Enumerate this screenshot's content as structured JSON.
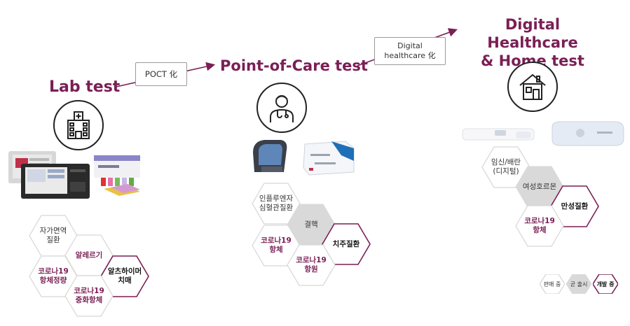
{
  "stages": {
    "lab": {
      "title": "Lab test"
    },
    "poc": {
      "title": "Point-of-Care test"
    },
    "home": {
      "title": "Digital Healthcare\n& Home test"
    }
  },
  "callouts": {
    "poct": "POCT 化",
    "digital": "Digital\nhealthcare 化"
  },
  "lab_hexes": [
    {
      "label": "자가면역\n질환",
      "status": "sell",
      "tone": "plain"
    },
    {
      "label": "알레르기",
      "status": "sell",
      "tone": "maroon"
    },
    {
      "label": "코로나19\n항체정량",
      "status": "sell",
      "tone": "maroon"
    },
    {
      "label": "알츠하이머\n치매",
      "status": "dev",
      "tone": "plain"
    },
    {
      "label": "코로나19\n중화항체",
      "status": "sell",
      "tone": "maroon"
    }
  ],
  "poc_hexes": [
    {
      "label": "인플루엔자\n심혈관질환",
      "status": "sell",
      "tone": "plain"
    },
    {
      "label": "결핵",
      "status": "soon",
      "tone": "plain"
    },
    {
      "label": "코로나19\n항체",
      "status": "sell",
      "tone": "maroon"
    },
    {
      "label": "치주질환",
      "status": "dev",
      "tone": "plain"
    },
    {
      "label": "코로나19\n항원",
      "status": "sell",
      "tone": "maroon"
    }
  ],
  "home_hexes": [
    {
      "label": "임신/배란\n(디지털)",
      "status": "sell",
      "tone": "plain"
    },
    {
      "label": "여성호르몬",
      "status": "soon",
      "tone": "plain"
    },
    {
      "label": "만성질환",
      "status": "dev",
      "tone": "plain"
    },
    {
      "label": "코로나19\n항체",
      "status": "sell",
      "tone": "maroon"
    }
  ],
  "legend": [
    {
      "label": "판매 중",
      "status": "sell"
    },
    {
      "label": "곧 출시",
      "status": "soon"
    },
    {
      "label": "개발 중",
      "status": "dev"
    }
  ],
  "colors": {
    "maroon": "#7a1f55",
    "soon_fill": "#d9d9d9",
    "sell_stroke": "#d6d6d6"
  }
}
